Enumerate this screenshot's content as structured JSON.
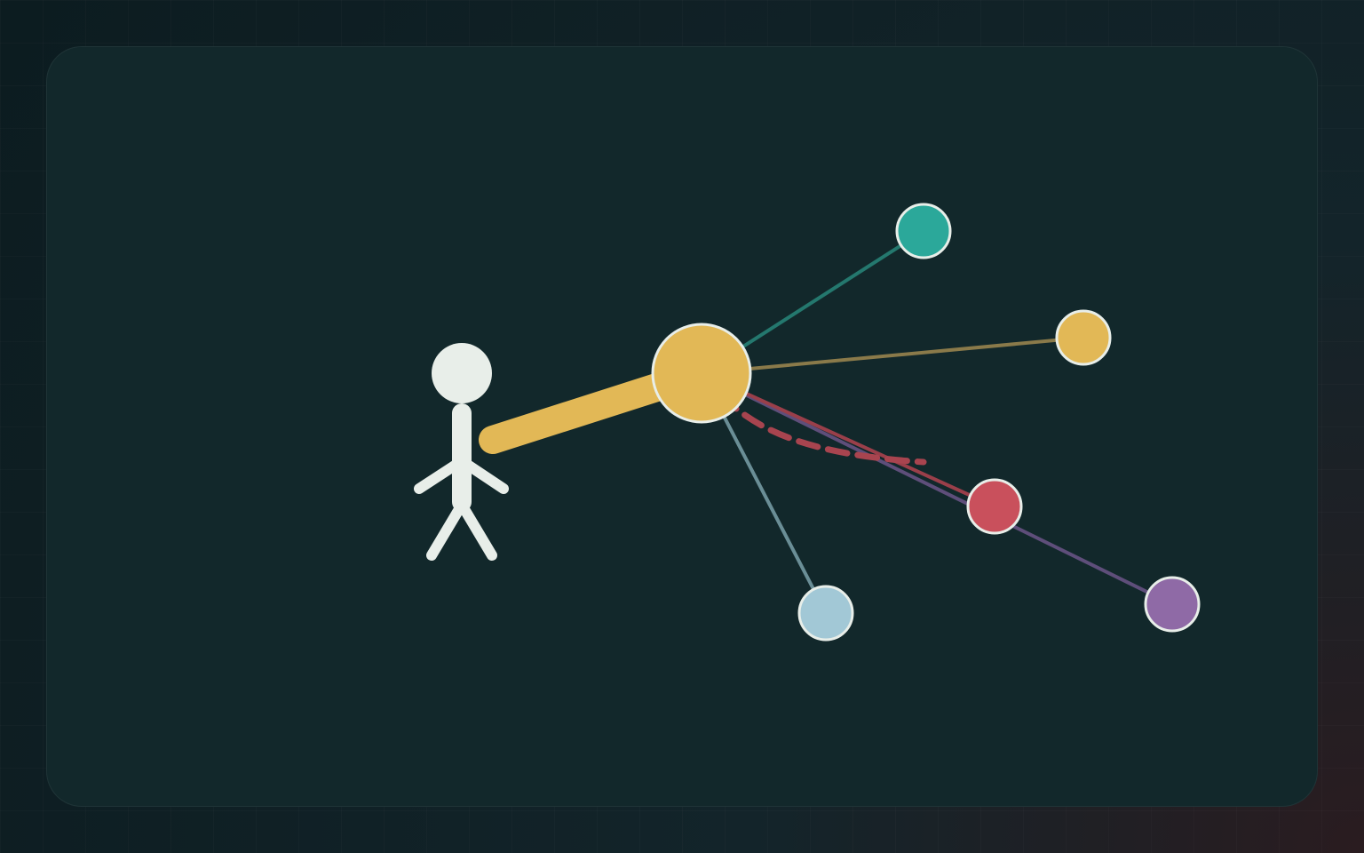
{
  "scene": {
    "actor_icon": "stick-figure-icon",
    "hub_color": "#e2b856",
    "spokes": [
      {
        "id": "teal",
        "color": "#2ba89a",
        "line_color": "#24786e"
      },
      {
        "id": "gold",
        "color": "#e2b856",
        "line_color": "#8a7a4a"
      },
      {
        "id": "red",
        "color": "#c9505c",
        "line_color": "#9a3f4a",
        "dashed_path": true
      },
      {
        "id": "purple",
        "color": "#8f6aa6",
        "line_color": "#5e4e7a"
      },
      {
        "id": "lightblue",
        "color": "#a2c8d6",
        "line_color": "#6a8e96"
      }
    ],
    "node_stroke": "#e8eee9",
    "figure_color": "#e8eee9"
  }
}
